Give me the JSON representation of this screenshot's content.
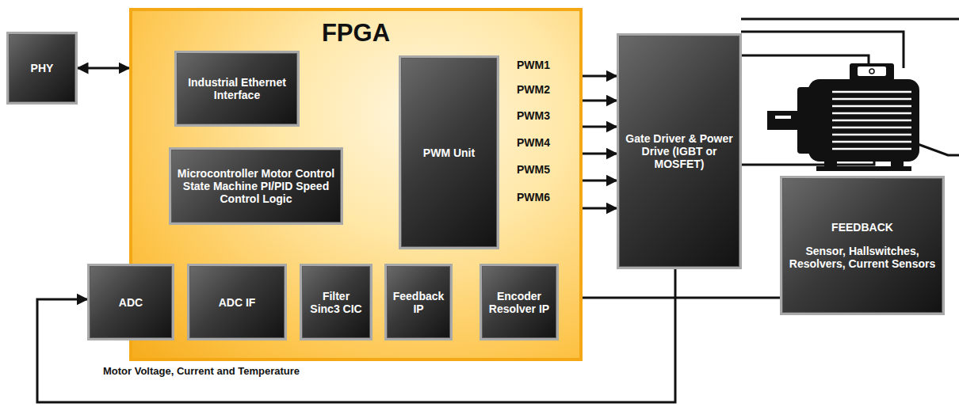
{
  "diagram": {
    "nodes": [
      {
        "text": [
          "FPGA"
        ]
      },
      {
        "text": [
          "PHY"
        ]
      },
      {
        "text": [
          "Industrial Ethernet Interface"
        ],
        "in": 0
      },
      {
        "text": [
          "Microcontroller Motor Control State Machine PI/PID Speed Control Logic"
        ],
        "in": 0
      },
      {
        "text": [
          "PWM Unit"
        ],
        "in": 0
      },
      {
        "text": [
          "ADC"
        ]
      },
      {
        "text": [
          "ADC IF"
        ],
        "in": 0
      },
      {
        "text": [
          "Filter Sinc3 CIC"
        ],
        "in": 0
      },
      {
        "text": [
          "Feedback IP"
        ],
        "in": 0
      },
      {
        "text": [
          "Encoder Resolver IP"
        ],
        "in": 0
      },
      {
        "text": [
          "Gate Driver & Power Drive (IGBT or MOSFET)"
        ]
      },
      {
        "text": [
          "FEEDBACK",
          "Sensor, Hallswitches, Resolvers, Current Sensors"
        ]
      }
    ],
    "edges": [
      {
        "from": 1,
        "to": 0,
        "arrow": "both"
      },
      {
        "from": 3,
        "to": 4,
        "arrow": "both"
      },
      {
        "from": 3,
        "to": 8,
        "arrow": "to"
      },
      {
        "from": 4,
        "to": 10,
        "label": "PWM1",
        "arrow": "to"
      },
      {
        "from": 4,
        "to": 10,
        "label": "PWM2",
        "arrow": "to"
      },
      {
        "from": 4,
        "to": 10,
        "label": "PWM3",
        "arrow": "to"
      },
      {
        "from": 4,
        "to": 10,
        "label": "PWM4",
        "arrow": "to"
      },
      {
        "from": 4,
        "to": 10,
        "label": "PWM5",
        "arrow": "to"
      },
      {
        "from": 4,
        "to": 10,
        "label": "PWM6",
        "arrow": "to"
      },
      {
        "from": 6,
        "to": 7,
        "arrow": "to"
      },
      {
        "from": 9,
        "to": 8,
        "arrow": "to"
      },
      {
        "from": 11,
        "to": 9,
        "arrow": "to"
      },
      {
        "from": 10,
        "to": 5,
        "arrow": "to"
      }
    ],
    "labels": [
      "Motor Voltage, Current and Temperature"
    ]
  }
}
